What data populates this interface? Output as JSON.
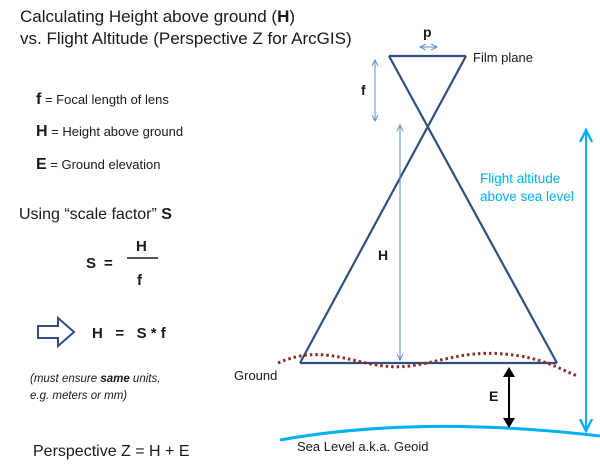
{
  "title": {
    "line1_prefix": "Calculating Height above ground (",
    "line1_bold": "H",
    "line1_suffix": ")",
    "line2": "vs. Flight Altitude (Perspective Z for ArcGIS)"
  },
  "legend": [
    {
      "symbol": "f",
      "text": " =  Focal length of lens"
    },
    {
      "symbol": "H",
      "text": " = Height above ground"
    },
    {
      "symbol": "E",
      "text": " = Ground elevation"
    }
  ],
  "scale_factor": {
    "label": "Using “scale factor” ",
    "symbol": "S",
    "lhs": "S",
    "eq": "=",
    "numerator": "H",
    "denominator": "f"
  },
  "formula": {
    "text": "H   =   S * f"
  },
  "note": {
    "line1_prefix": "(must ensure ",
    "line1_bold": "same",
    "line1_suffix": " units,",
    "line2": "e.g. meters or mm)"
  },
  "perspective_z": "Perspective Z = H + E",
  "diagram": {
    "p_label": "p",
    "film_plane": "Film plane",
    "f_label": "f",
    "h_label": "H",
    "flight_altitude_line1": "Flight altitude",
    "flight_altitude_line2": "above sea level",
    "ground": "Ground",
    "e_label": "E",
    "sea_level": "Sea Level a.k.a. Geoid"
  },
  "colors": {
    "triangle": "#2f4f7f",
    "arrow_blue": "#5b8fd0",
    "cyan": "#00b0f0",
    "ground": "#8b2a2a"
  }
}
